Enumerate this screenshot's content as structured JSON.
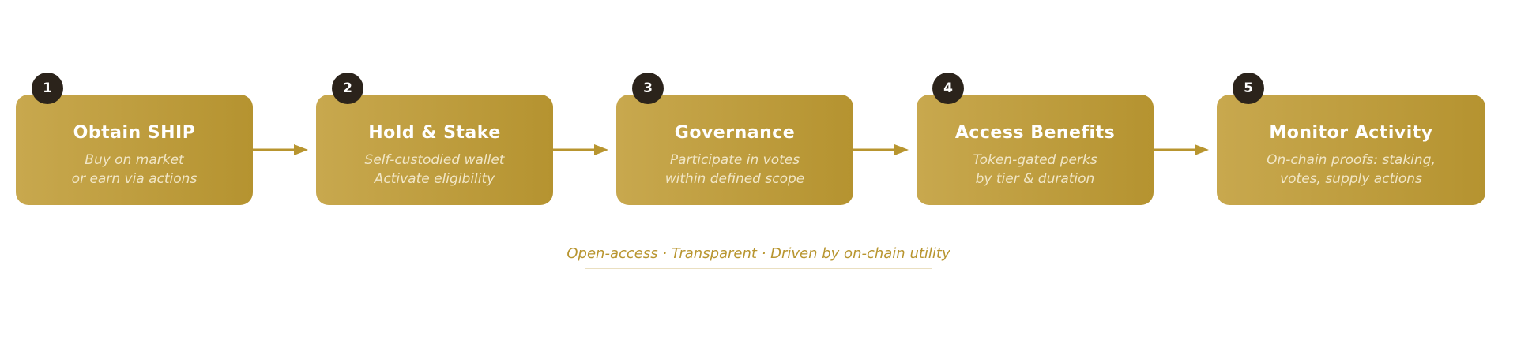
{
  "steps": [
    {
      "number": "1",
      "title": "Obtain SHIP",
      "line1": "Buy on market",
      "line2": "or earn via actions"
    },
    {
      "number": "2",
      "title": "Hold & Stake",
      "line1": "Self-custodied wallet",
      "line2": "Activate eligibility"
    },
    {
      "number": "3",
      "title": "Governance",
      "line1": "Participate in votes",
      "line2": "within defined scope"
    },
    {
      "number": "4",
      "title": "Access Benefits",
      "line1": "Token-gated perks",
      "line2": "by tier & duration"
    },
    {
      "number": "5",
      "title": "Monitor Activity",
      "line1": "On-chain proofs: staking,",
      "line2": "votes, supply actions"
    }
  ],
  "tagline": "Open-access · Transparent · Driven by on-chain utility",
  "colors": {
    "accent": "#b8952f",
    "badge": "#2b231b"
  }
}
